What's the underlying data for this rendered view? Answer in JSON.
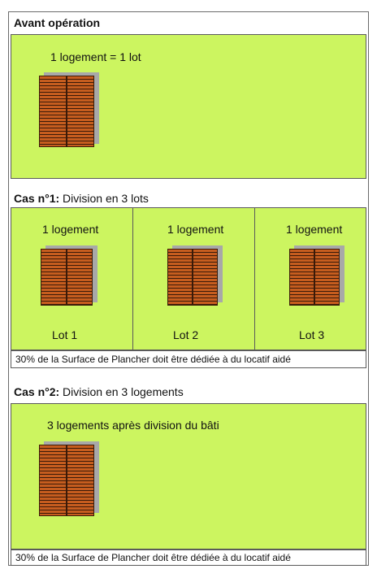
{
  "section1": {
    "title": "Avant opération",
    "label": "1 logement = 1 lot"
  },
  "section2": {
    "title_bold": "Cas n°1:",
    "title_rest": " Division en 3 lots",
    "cells": [
      {
        "top": "1 logement",
        "bottom": "Lot 1"
      },
      {
        "top": "1 logement",
        "bottom": "Lot 2"
      },
      {
        "top": "1 logement",
        "bottom": "Lot 3"
      }
    ],
    "caption": "30% de la Surface de Plancher doit être dédiée à du locatif aidé"
  },
  "section3": {
    "title_bold": "Cas n°2:",
    "title_rest": " Division en 3 logements",
    "label": "3 logements après division du bâti",
    "caption": "30% de la Surface de Plancher doit être dédiée à du locatif aidé"
  },
  "colors": {
    "panel": "#ccf560",
    "roof": "#b4531a",
    "roof_line": "#3b1a08",
    "shadow": "#a8a8a8"
  }
}
